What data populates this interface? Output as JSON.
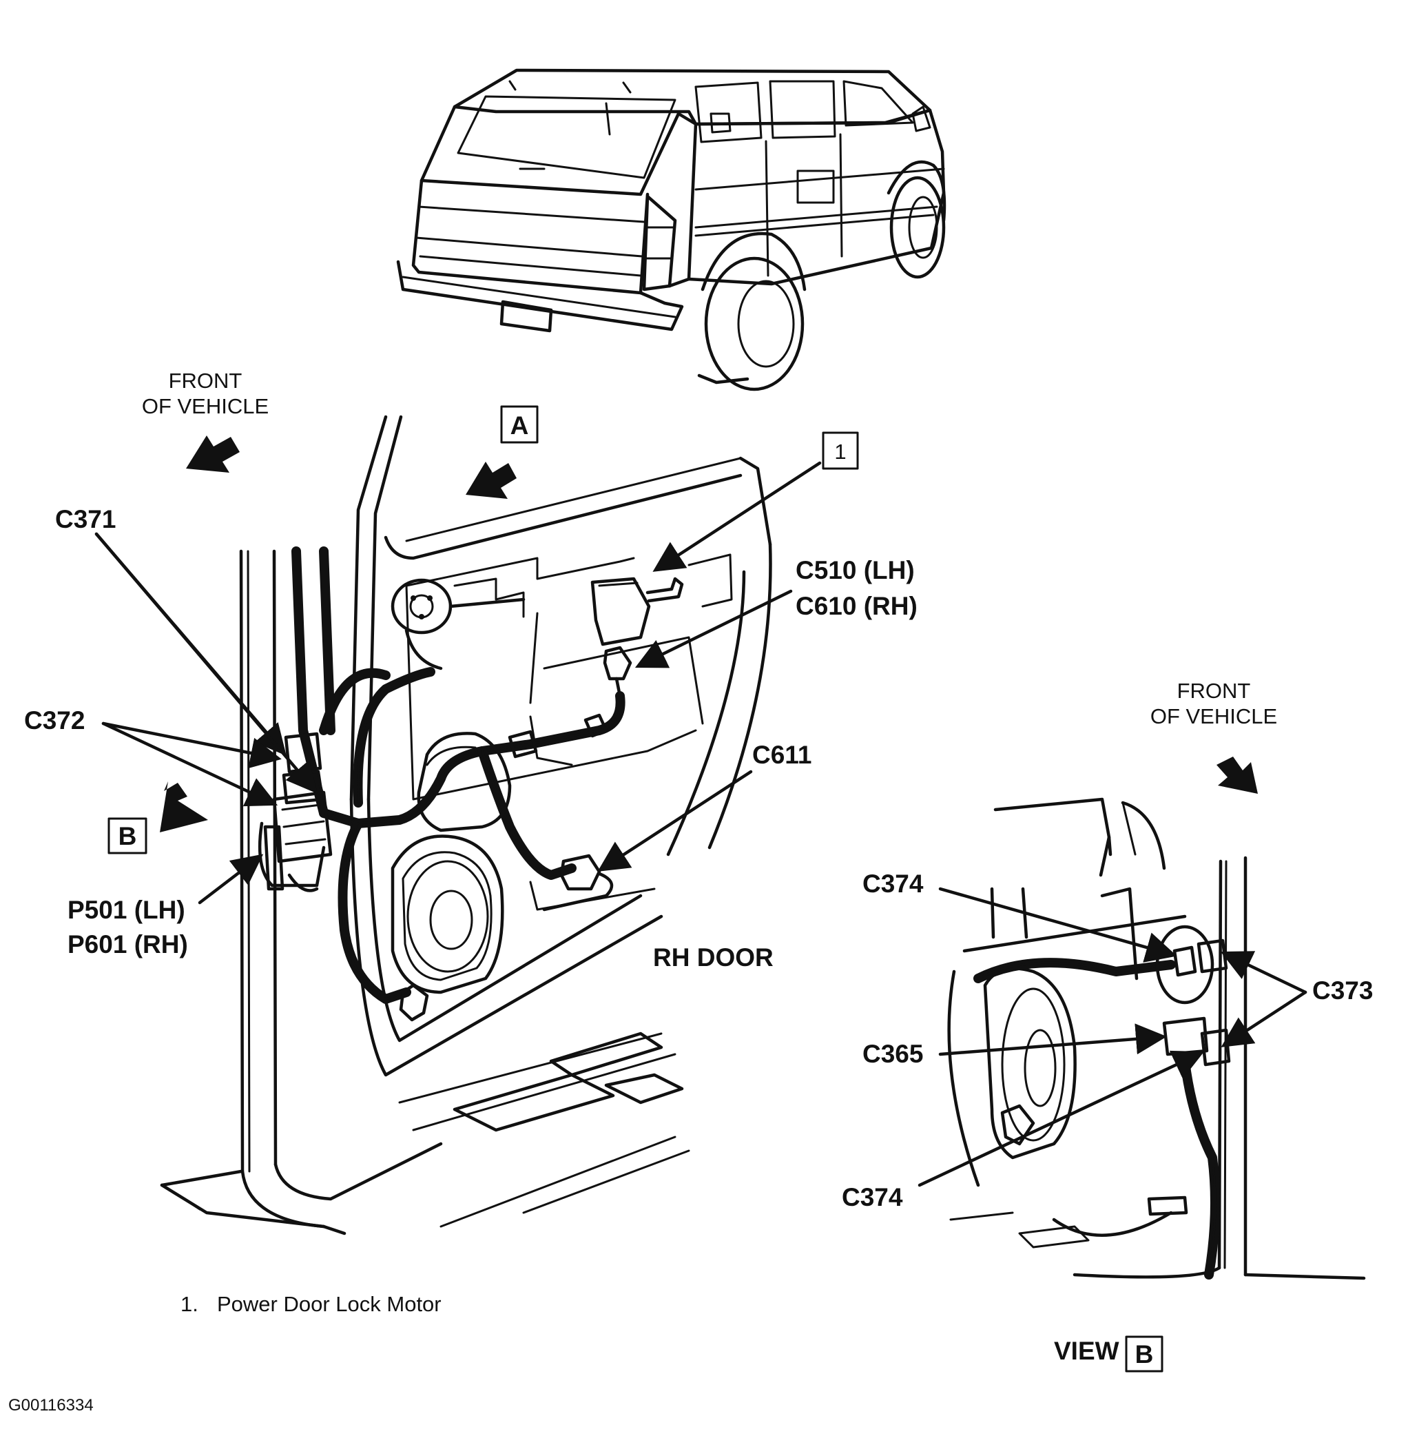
{
  "labels": {
    "front_of_vehicle_left_1": "FRONT",
    "front_of_vehicle_left_2": "OF VEHICLE",
    "front_of_vehicle_right_1": "FRONT",
    "front_of_vehicle_right_2": "OF VEHICLE",
    "view_marker_a": "A",
    "callout_1": "1",
    "view_marker_b": "B",
    "c371": "C371",
    "c372": "C372",
    "p501": "P501 (LH)",
    "p601": "P601 (RH)",
    "c510": "C510 (LH)",
    "c610": "C610 (RH)",
    "c611": "C611",
    "rh_door": "RH DOOR",
    "c374_top": "C374",
    "c373": "C373",
    "c365": "C365",
    "c374_bottom": "C374",
    "view_b_prefix": "VIEW",
    "view_b_letter": "B"
  },
  "legend": {
    "items": [
      {
        "number": "1.",
        "text": "Power Door Lock Motor"
      }
    ]
  },
  "figure_id": "G00116334",
  "colors": {
    "ink": "#111111",
    "paper": "#ffffff",
    "shade": "#cfcfcf"
  }
}
